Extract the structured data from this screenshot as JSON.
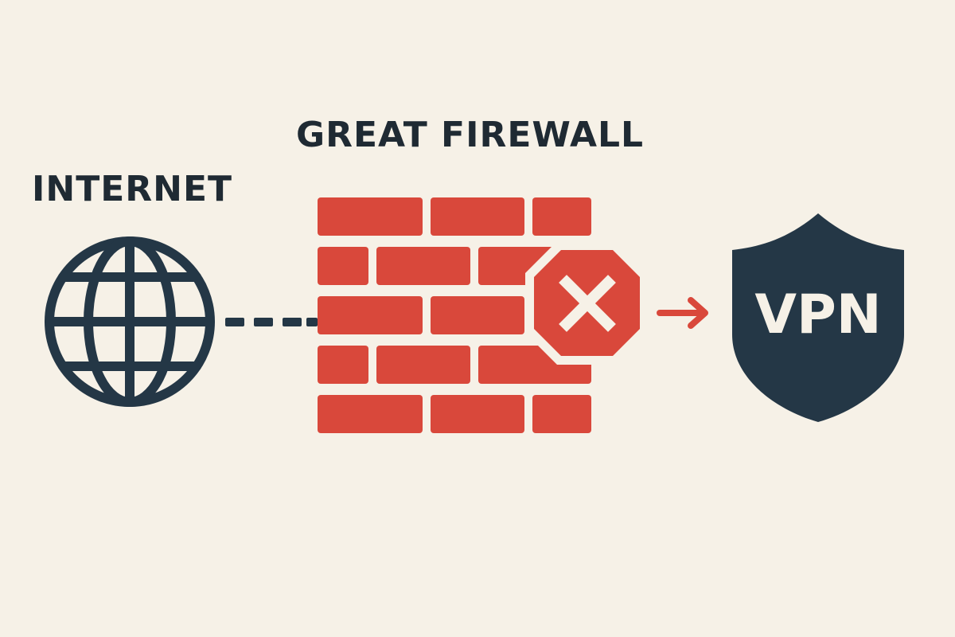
{
  "labels": {
    "internet": "INTERNET",
    "firewall": "GREAT FIREWALL",
    "vpn": "VPN"
  },
  "icons": {
    "globe": "globe-icon",
    "firewall": "brick-wall-icon",
    "block": "x-octagon-icon",
    "arrow": "arrow-right-icon",
    "shield": "shield-icon"
  },
  "colors": {
    "background": "#f6f1e7",
    "dark": "#243746",
    "brick": "#d9483b",
    "white": "#f6f1e7"
  }
}
